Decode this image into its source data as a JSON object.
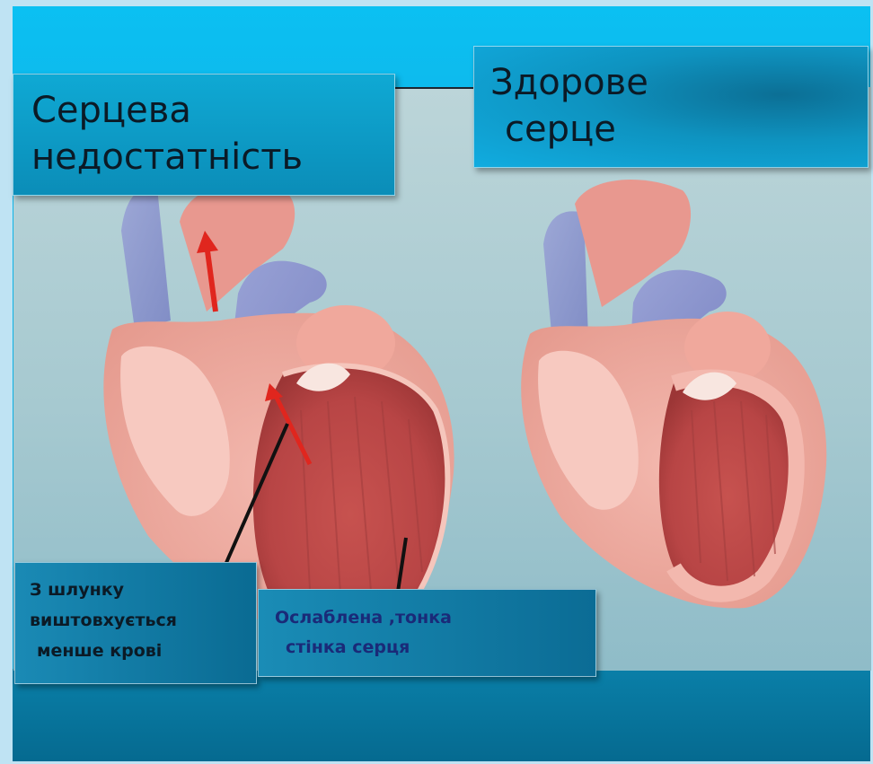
{
  "title_left": {
    "line1": "Серцева",
    "line2": "недостатність"
  },
  "title_right": {
    "line1": "Здорове",
    "line2": "серце"
  },
  "note_left": {
    "line1": "З шлунку",
    "line2": "виштовхується",
    "line3": "менше крові"
  },
  "note_right": {
    "line1": "Ослаблена ,тонка",
    "line2": "стінка серця"
  },
  "colors": {
    "background": "#0bc0f2",
    "label_box": "#0b8db8",
    "big_text": "#0b1a26",
    "note_left_text": "#0b1a26",
    "note_right_text": "#1a2a78",
    "arrow": "#e0261e"
  }
}
